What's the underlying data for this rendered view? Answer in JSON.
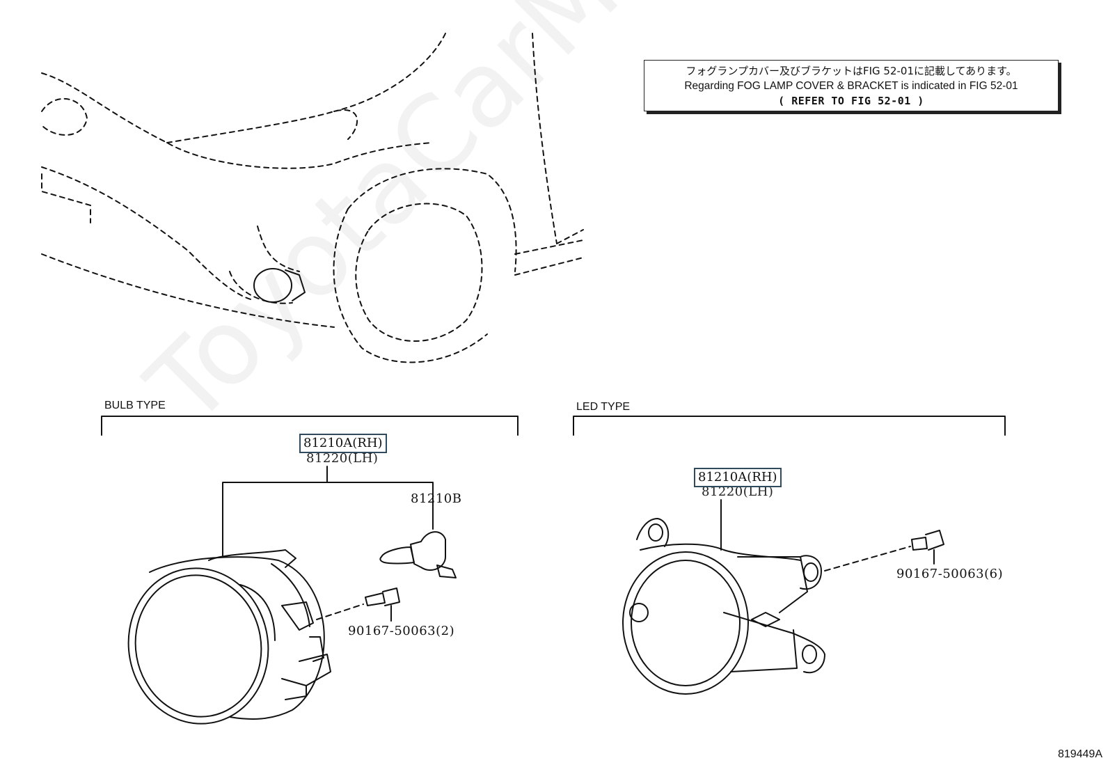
{
  "watermark": "ToyotaCarMine.ru",
  "note": {
    "jp": "フォグランプカバー及びブラケットはFIG 52-01に記載してあります。",
    "en": "Regarding FOG LAMP COVER & BRACKET is indicated in FIG 52-01",
    "ref": "(  REFER TO FIG 52-01  )"
  },
  "sections": {
    "bulb_type": "BULB TYPE",
    "led_type": "LED TYPE"
  },
  "parts": {
    "bulb_rh": "81210A(RH)",
    "bulb_lh": "81220(LH)",
    "bulb_bulb": "81210B",
    "bulb_bolt": "90167-50063(2)",
    "led_rh": "81210A(RH)",
    "led_lh": "81220(LH)",
    "led_bolt": "90167-50063(6)"
  },
  "figure_id": "819449A",
  "colors": {
    "line": "#111111",
    "highlight_border": "#2e4a5c"
  }
}
